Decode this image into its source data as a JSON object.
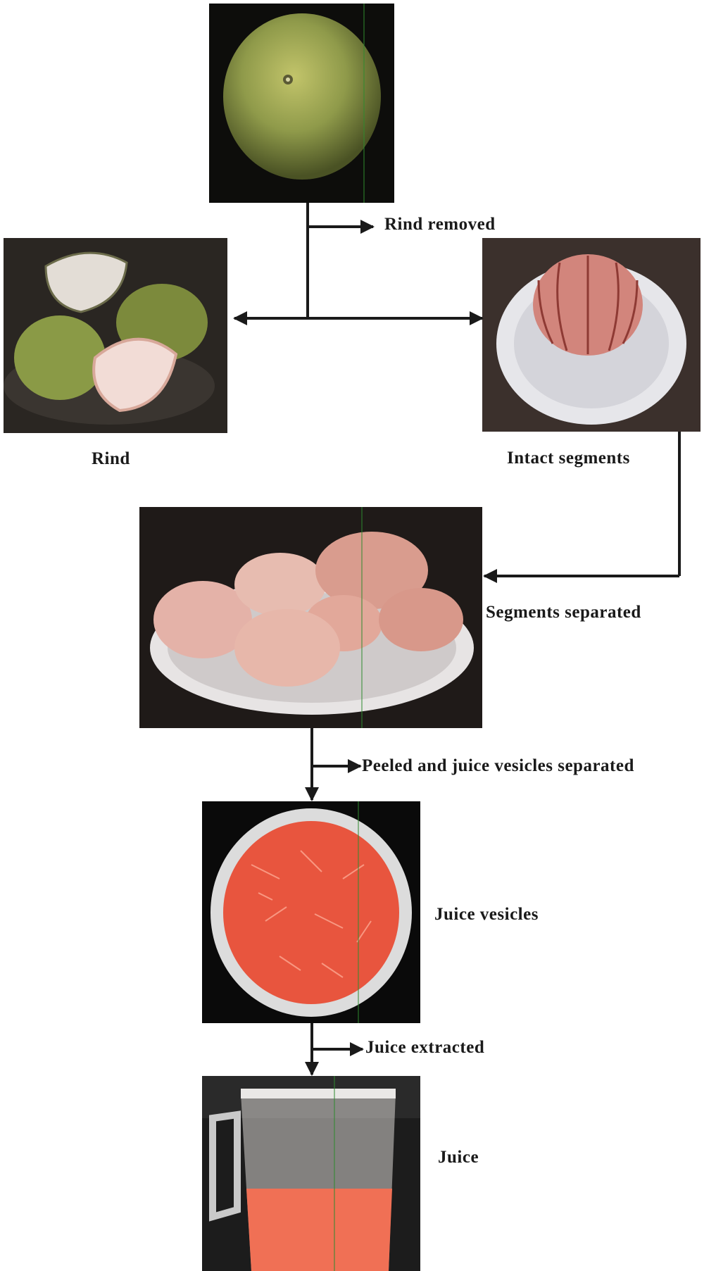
{
  "steps": {
    "rind_removed": "Rind removed",
    "rind": "Rind",
    "intact_segments": "Intact segments",
    "segments_separated": "Segments separated",
    "peeled": "Peeled and juice vesicles separated",
    "juice_vesicles": "Juice vesicles",
    "juice_extracted": "Juice extracted",
    "juice": "Juice"
  },
  "colors": {
    "arrow": "#1a1a1a",
    "fruit_rind": "#8f9a4a",
    "pulp": "#d97b72",
    "vesicles": "#e8553e",
    "juice": "#f07055"
  }
}
